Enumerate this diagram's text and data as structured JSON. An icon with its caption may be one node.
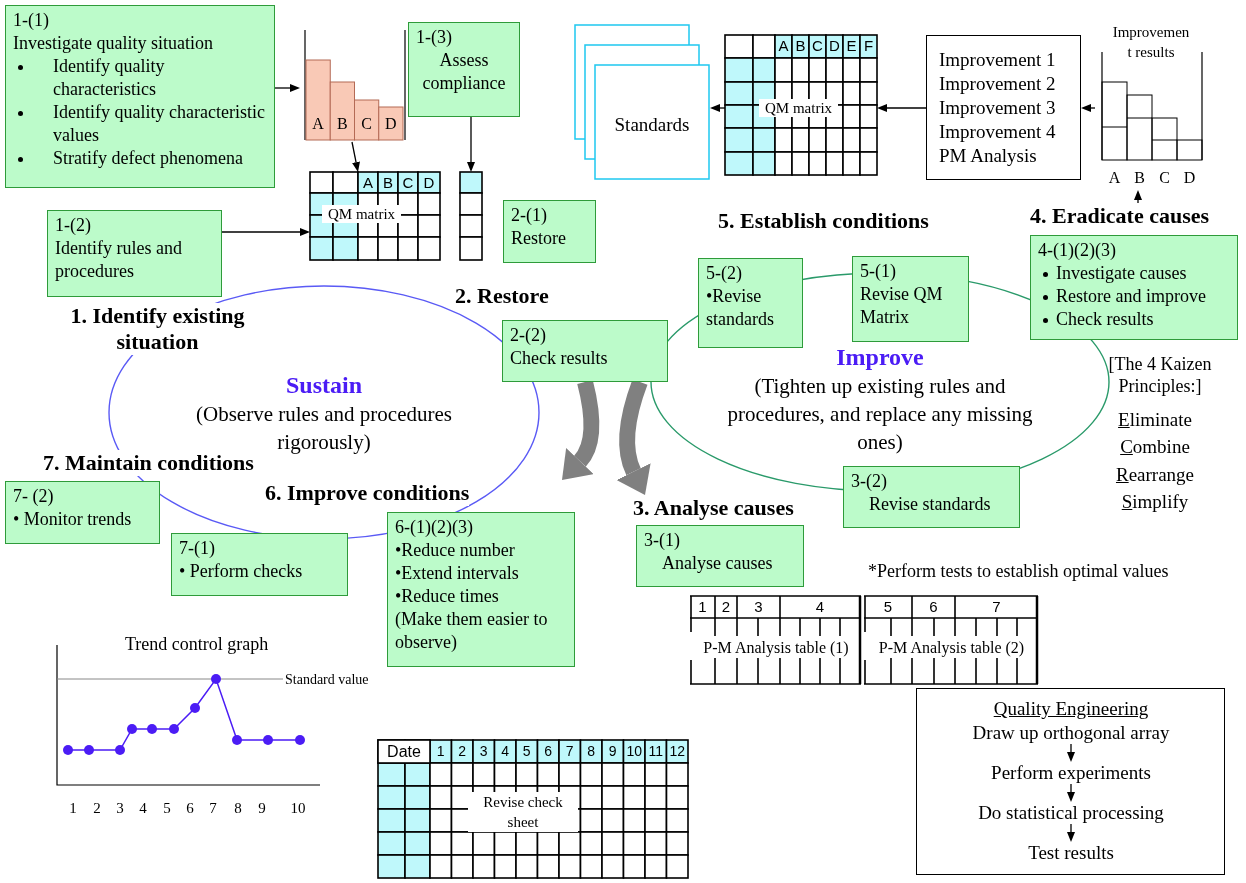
{
  "diagram": {
    "nodes": [
      {
        "text": [
          "1-(1)",
          "Investigate quality situation",
          "Identify quality characteristics",
          "Identify quality characteristic values",
          "Stratify defect phenomena"
        ]
      },
      {
        "text": [
          "A",
          "B",
          "C",
          "D"
        ]
      },
      {
        "text": [
          "1-(3)",
          "Assess compliance"
        ]
      },
      {
        "text": [
          "Standards"
        ]
      },
      {
        "text": [
          "A",
          "B",
          "C",
          "D",
          "E",
          "F",
          "QM matrix"
        ]
      },
      {
        "text": [
          "Improvement 1",
          "Improvement 2",
          "Improvement 3",
          "Improvement 4",
          "PM Analysis"
        ]
      },
      {
        "text": [
          "Improvement results",
          "A",
          "B",
          "C",
          "D"
        ]
      },
      {
        "text": [
          "A",
          "B",
          "C",
          "D",
          "QM matrix"
        ]
      },
      {
        "text": [
          "2-(1)",
          "Restore"
        ]
      },
      {
        "text": [
          "1-(2)",
          "Identify rules and procedures"
        ]
      },
      {
        "text": [
          "4. Eradicate causes",
          "4-(1)(2)(3)",
          "Investigate causes",
          "Restore and improve",
          "Check results"
        ]
      },
      {
        "text": [
          "5-(2)",
          "•Revise standards"
        ]
      },
      {
        "text": [
          "5-(1)",
          "Revise QM Matrix"
        ]
      },
      {
        "text": [
          "2-(2)",
          "Check results"
        ]
      },
      {
        "text": [
          "Sustain",
          "(Observe rules and procedures rigorously)"
        ]
      },
      {
        "text": [
          "Improve",
          "(Tighten up existing rules and procedures, and replace any missing ones)"
        ]
      },
      {
        "text": [
          "3-(2)",
          "Revise standards"
        ]
      },
      {
        "text": [
          "3. Analyse causes",
          "3-(1)",
          "Analyse causes"
        ]
      },
      {
        "text": [
          "7- (2)",
          "• Monitor trends"
        ]
      },
      {
        "text": [
          "7-(1)",
          "• Perform checks"
        ]
      },
      {
        "text": [
          "6. Improve conditions",
          "6-(1)(2)(3)",
          "•Reduce number",
          "•Extend intervals",
          "•Reduce times",
          "(Make them easier to observe)"
        ]
      },
      {
        "text": [
          "1",
          "2",
          "3",
          "4",
          "P-M Analysis table (1)"
        ]
      },
      {
        "text": [
          "5",
          "6",
          "7",
          "P-M Analysis table (2)"
        ]
      },
      {
        "text": [
          "Date",
          "1",
          "2",
          "3",
          "4",
          "5",
          "6",
          "7",
          "8",
          "9",
          "10",
          "11",
          "12",
          "Revise check sheet"
        ]
      },
      {
        "text": [
          "Quality Engineering"
        ]
      },
      {
        "text": [
          "Draw up orthogonal array"
        ],
        "in": 24
      },
      {
        "text": [
          "Perform experiments"
        ],
        "in": 24
      },
      {
        "text": [
          "Do statistical processing"
        ],
        "in": 24
      },
      {
        "text": [
          "Test results"
        ],
        "in": 24
      }
    ],
    "edges": [
      {
        "from": 0,
        "to": 1,
        "arrow": "to"
      },
      {
        "from": 1,
        "to": 7,
        "arrow": "to"
      },
      {
        "from": 2,
        "to": 7,
        "arrow": "to"
      },
      {
        "from": 9,
        "to": 7,
        "arrow": "to"
      },
      {
        "from": 4,
        "to": 3,
        "arrow": "to"
      },
      {
        "from": 5,
        "to": 4,
        "arrow": "to"
      },
      {
        "from": 6,
        "to": 5,
        "arrow": "to"
      },
      {
        "from": 10,
        "to": 6,
        "arrow": "to"
      },
      {
        "from": 13,
        "to": 20,
        "arrow": "to",
        "style": "thick",
        "color": "#808080"
      },
      {
        "from": 13,
        "to": 17,
        "arrow": "to",
        "style": "thick",
        "color": "#808080"
      },
      {
        "from": 25,
        "to": 26,
        "arrow": "to"
      },
      {
        "from": 26,
        "to": 27,
        "arrow": "to"
      },
      {
        "from": 27,
        "to": 28,
        "arrow": "to"
      }
    ],
    "labels": [
      "1. Identify existing situation",
      "2. Restore",
      "5. Establish conditions",
      "[The 4 Kaizen Principles:]",
      "Eliminate",
      "Combine",
      "Rearrange",
      "Simplify",
      "7. Maintain conditions",
      "*Perform tests to establish optimal values",
      "Trend control graph",
      "Standard value",
      "1",
      "2",
      "3",
      "4",
      "5",
      "6",
      "7",
      "8",
      "9",
      "10"
    ]
  }
}
